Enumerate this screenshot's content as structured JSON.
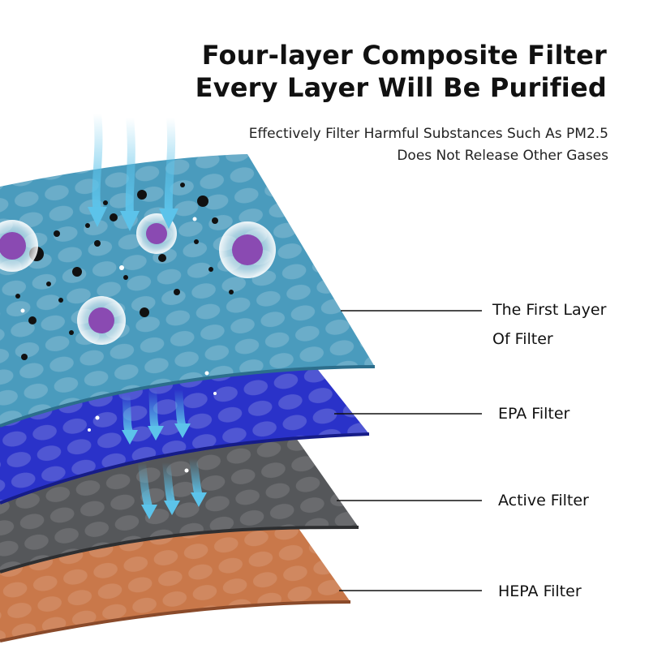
{
  "header": {
    "title_line1": "Four-layer Composite Filter",
    "title_line2": "Every Layer Will Be Purified",
    "subtitle_line1": "Effectively Filter Harmful Substances Such As PM2.5",
    "subtitle_line2": "Does Not Release Other Gases"
  },
  "layers": [
    {
      "label_lines": [
        "The First Layer",
        "Of Filter"
      ],
      "color": "#4a9bbd"
    },
    {
      "label_lines": [
        "EPA Filter"
      ],
      "color": "#2a32c9"
    },
    {
      "label_lines": [
        "Active Filter"
      ],
      "color": "#55575a"
    },
    {
      "label_lines": [
        "HEPA Filter"
      ],
      "color": "#c9784a"
    }
  ],
  "illustration": {
    "arrow_color": "#5cc3ea",
    "virus_color": "#8a4ab2",
    "particle_color": "#111111"
  }
}
